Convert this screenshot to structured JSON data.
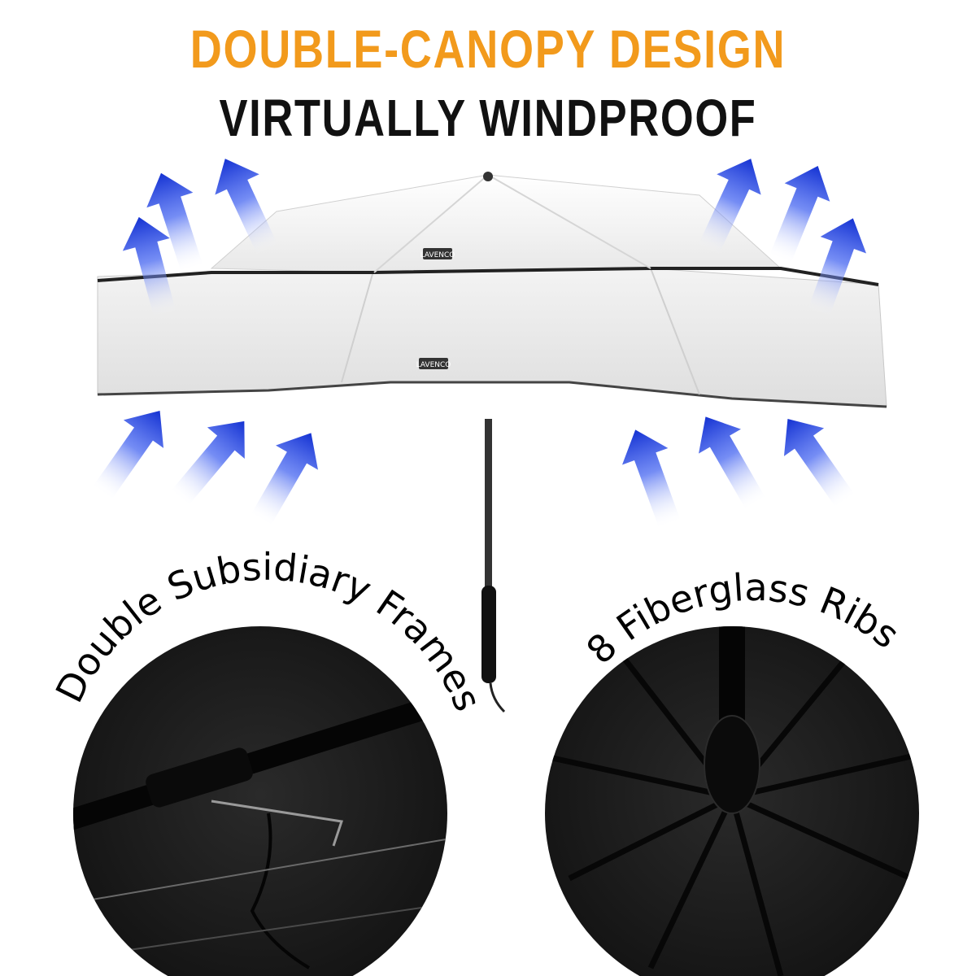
{
  "header": {
    "title": "DOUBLE-CANOPY DESIGN",
    "subtitle": "VIRTUALLY WINDPROOF"
  },
  "callouts": {
    "left": "Double Subsidiary Frames",
    "right": "8 Fiberglass Ribs"
  },
  "product": {
    "canopy_label": "LAVENCO"
  },
  "colors": {
    "title": "#f29a1c",
    "subtitle": "#111111",
    "arrow": "#1638d6",
    "canopy": "#f1f1f1",
    "closeup_bg": "#1a1a1a"
  },
  "icons": [
    "wind-arrow-icon",
    "umbrella-icon"
  ]
}
